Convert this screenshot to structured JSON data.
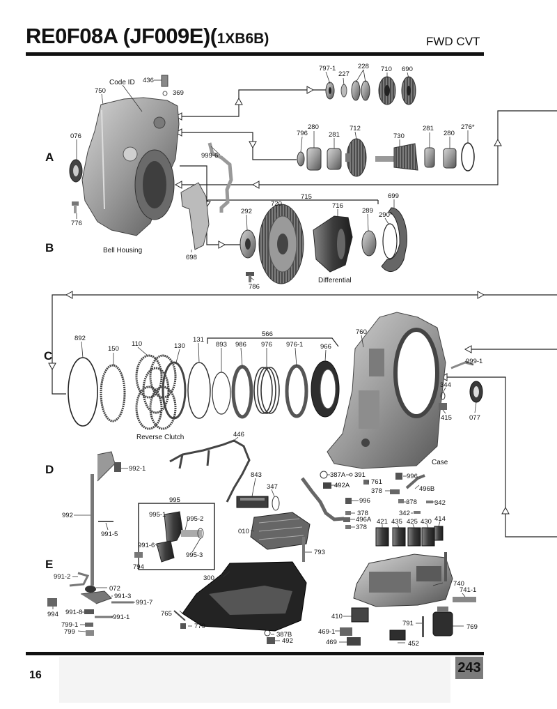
{
  "header": {
    "title_main": "RE0F08A (JF009E)(",
    "title_sub": "1XB6B)",
    "type": "FWD CVT"
  },
  "sections": [
    "A",
    "B",
    "C",
    "D",
    "E"
  ],
  "captions": {
    "bell_housing": "Bell Housing",
    "code_id": "Code ID",
    "differential": "Differential",
    "reverse_clutch": "Reverse Clutch",
    "case": "Case"
  },
  "parts": [
    "797-1",
    "227",
    "228",
    "710",
    "690",
    "436",
    "369",
    "750",
    "796",
    "280",
    "281",
    "712",
    "730",
    "281",
    "280",
    "276*",
    "076",
    "999-6",
    "776",
    "715",
    "699",
    "720",
    "716",
    "292",
    "289",
    "290*",
    "698",
    "786",
    "892",
    "566",
    "760",
    "150",
    "110",
    "130",
    "131",
    "893",
    "986",
    "976",
    "976-1",
    "966",
    "999-1",
    "344",
    "077",
    "415",
    "446",
    "843",
    "347",
    "387A",
    "391",
    "996",
    "492A",
    "761",
    "378",
    "496B",
    "996",
    "378",
    "342",
    "342",
    "378",
    "496A",
    "378",
    "421",
    "435",
    "425",
    "430",
    "414",
    "992-1",
    "992",
    "995",
    "995-1",
    "995-2",
    "991-5",
    "991-6",
    "995-3",
    "794",
    "010",
    "793",
    "300",
    "740",
    "741-1",
    "991-2",
    "072",
    "991-3",
    "994",
    "991-7",
    "991-8",
    "991-1",
    "799-1",
    "799",
    "765",
    "779",
    "410",
    "791",
    "769",
    "469-1",
    "469",
    "387B",
    "492",
    "452"
  ],
  "footer": {
    "page_left": "16",
    "page_right": "243"
  }
}
